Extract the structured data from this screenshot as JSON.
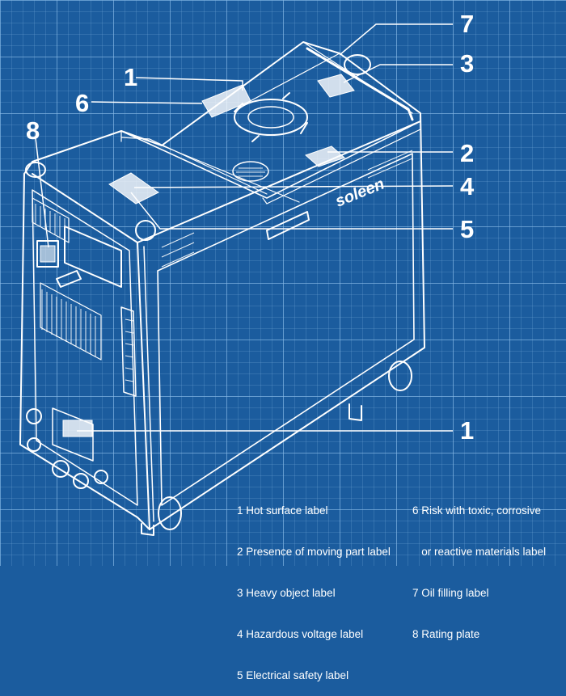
{
  "callouts": {
    "c1_top": "1",
    "c6": "6",
    "c7": "7",
    "c3": "3",
    "c8": "8",
    "c2": "2",
    "c4": "4",
    "c5": "5",
    "c1_bottom": "1"
  },
  "brand_text": "soleen",
  "legend": {
    "left": [
      "1 Hot surface label",
      "2 Presence of moving part label",
      "3 Heavy object label",
      "4 Hazardous voltage label",
      "5 Electrical safety label"
    ],
    "right": [
      "6 Risk with toxic, corrosive",
      "   or reactive materials label",
      "7 Oil filling label",
      "8 Rating plate"
    ]
  },
  "colors": {
    "background": "#1b5c9e",
    "grid": "#8cbeeb",
    "line": "#ffffff"
  }
}
